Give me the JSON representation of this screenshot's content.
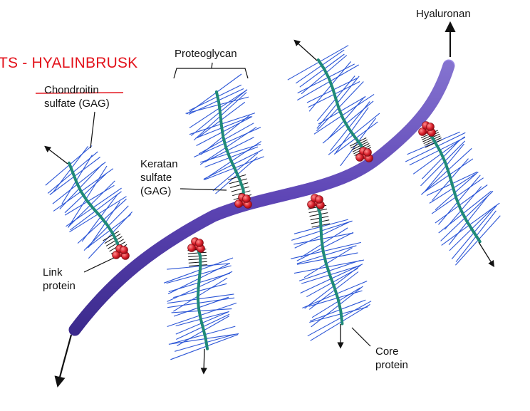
{
  "title": "TS - HYALINBRUSK",
  "labels": {
    "hyaluronan": "Hyaluronan",
    "proteoglycan": "Proteoglycan",
    "chondroitin": [
      "Chondroitin",
      "sulfate (GAG)"
    ],
    "keratan": [
      "Keratan",
      "sulfate",
      "(GAG)"
    ],
    "link": [
      "Link",
      "protein"
    ],
    "core": [
      "Core",
      "protein"
    ]
  },
  "colors": {
    "title": "#e3121b",
    "hyaluronan": "#6a4fc4",
    "core_protein": "#1f8a78",
    "chondroitin": "#2b55d6",
    "keratan": "#111111",
    "link_protein": "#d71f2a"
  }
}
